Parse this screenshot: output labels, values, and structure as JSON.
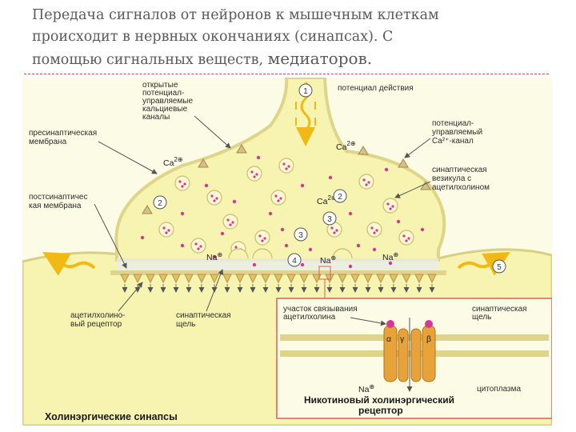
{
  "slide": {
    "line1": "Передача сигналов  от нейронов к мышечным клеткам",
    "line2": "происходит в нервных окончаниях (синапсах). С",
    "line3a": "помощью сигнальных веществ, ",
    "line3b": "медиаторов."
  },
  "figure": {
    "caption": "Холинэргические синапсы",
    "labels": {
      "ca_channels": [
        "открытые",
        "потенциал-",
        "управляемые",
        "кальциевые",
        "каналы"
      ],
      "action_potential": "потенциал действия",
      "presynaptic": [
        "пресинаптическая",
        "мембрана"
      ],
      "voltage_channel": [
        "потенциал-",
        "управляемый",
        "Ca²⁺-канал"
      ],
      "vesicle": [
        "синаптическая",
        "везикула с",
        "ацетилхолином"
      ],
      "postsynaptic": [
        "постсинаптичес",
        "кая мембрана"
      ],
      "receptor": [
        "ацетилхолино-",
        "вый рецептор"
      ],
      "cleft": [
        "синаптическая",
        "щель"
      ],
      "binding_site": [
        "участок связывания",
        "ацетилхолина"
      ],
      "inset_cleft": [
        "синаптическая",
        "щель"
      ],
      "cytoplasm": "цитоплазма",
      "nicotinic": [
        "Никотиновый холинэргический",
        "рецептор"
      ]
    },
    "ions": {
      "ca": "Ca",
      "ca_charge": "2⊕",
      "na": "Na",
      "na_charge": "⊕",
      "alpha": "α",
      "beta": "β",
      "gamma": "γ"
    },
    "steps": [
      "1",
      "2",
      "2",
      "3",
      "3",
      "4",
      "5"
    ]
  },
  "colors": {
    "text_gray": "#5a5a5a",
    "divider": "#c0504d",
    "cell_fill": "#f6f4b0",
    "membrane": "#ded58a",
    "vesicle_dot": "#d23a9a",
    "arrow": "#f2b915",
    "receptor": "#e8a23a",
    "inset_border": "#e45a5a"
  }
}
